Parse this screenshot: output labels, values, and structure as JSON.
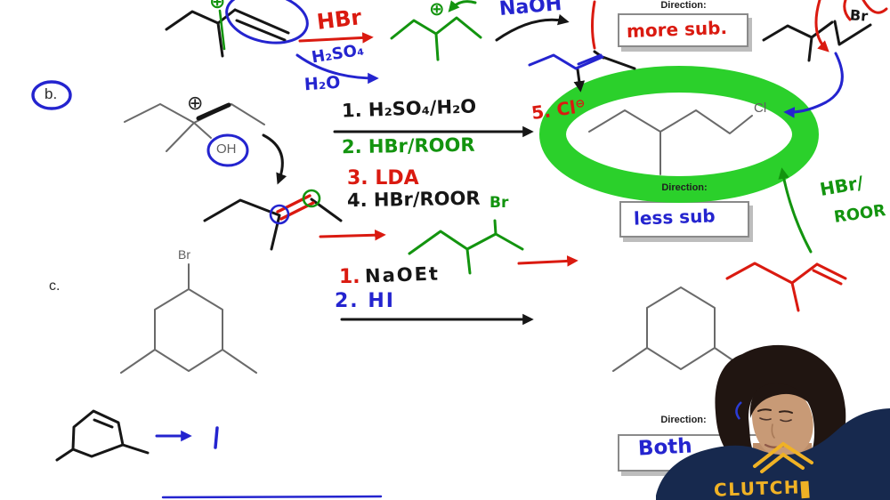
{
  "colors": {
    "marker_red": "#da1a10",
    "marker_blue": "#2424cf",
    "marker_green": "#13940f",
    "highlight_green": "#2bd02b",
    "slide_gray": "#6a6a6a",
    "shirt_navy": "#17294e",
    "logo_yellow": "#f0b225"
  },
  "symbols": {
    "plus": "⊕",
    "minus": "⊖"
  },
  "sections": {
    "b": "b.",
    "c": "c."
  },
  "reaction_a": {
    "hbr": "HBr",
    "h2so4": "H₂SO₄",
    "h2o": "H₂O",
    "naoh": "NaOH",
    "top_right_br": "Br"
  },
  "direction_boxes": {
    "label": "Direction:",
    "more_sub": "more sub.",
    "less_sub": "less sub",
    "both": "Both"
  },
  "reaction_b": {
    "oh": "OH",
    "step1": "1. H₂SO₄/H₂O",
    "step2": "2. HBr/ROOR",
    "step3": "3. LDA",
    "step4": "4. HBr/ROOR",
    "step5": "5. Cl",
    "intermediate_br": "Br",
    "product_cl": "Cl",
    "side_reagent_top": "HBr/",
    "side_reagent_bottom": "ROOR"
  },
  "reaction_c": {
    "substrate_br": "Br",
    "step1_number": "1.",
    "step1_reagent": "NaOEt",
    "step2": "2. HI"
  },
  "presenter": {
    "shirt_text": "CLUTCH"
  }
}
